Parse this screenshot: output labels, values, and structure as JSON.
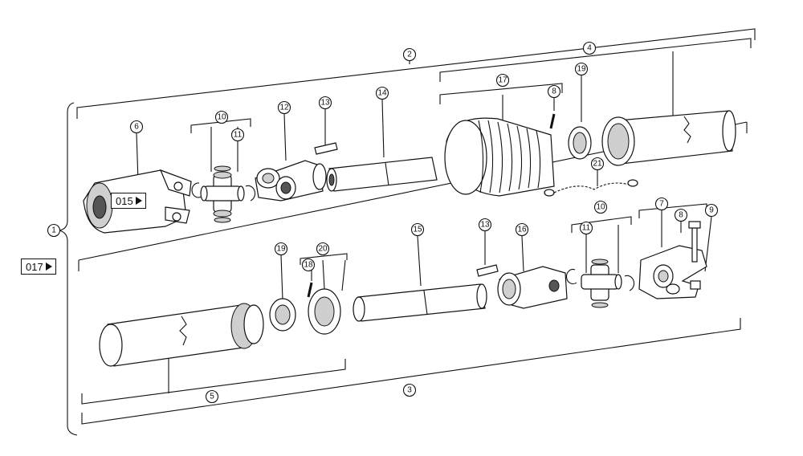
{
  "references": {
    "ref_017": "017",
    "ref_015": "015"
  },
  "callouts": {
    "c1": "1",
    "c2": "2",
    "c3": "3",
    "c4": "4",
    "c5": "5",
    "c6": "6",
    "c7": "7",
    "c8_top": "8",
    "c8_bottom": "8",
    "c9": "9",
    "c10_top": "10",
    "c10_bottom": "10",
    "c11_top": "11",
    "c11_bottom": "11",
    "c12": "12",
    "c13_top": "13",
    "c13_bottom": "13",
    "c14": "14",
    "c15": "15",
    "c16": "16",
    "c17": "17",
    "c18": "18",
    "c19_top": "19",
    "c19_bottom": "19",
    "c20": "20",
    "c21": "21"
  },
  "icons": {
    "reference_arrow": "right-triangle-arrow"
  }
}
